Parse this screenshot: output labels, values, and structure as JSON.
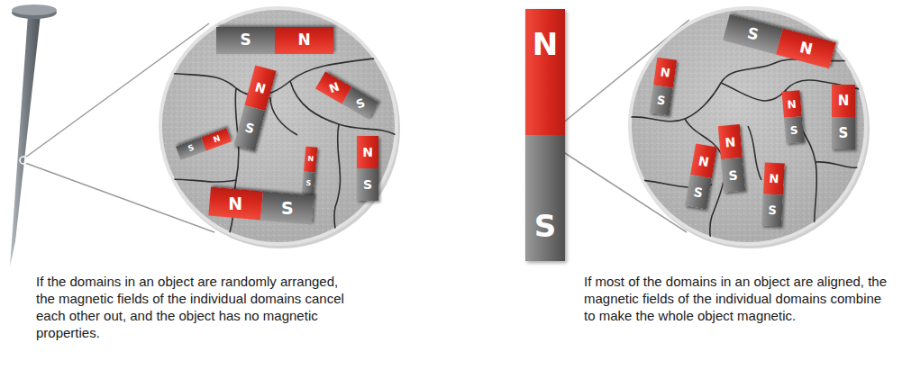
{
  "diagram": {
    "nodes": [
      {
        "text": [
          "S",
          "N"
        ]
      },
      {
        "text": [
          "N",
          "S"
        ]
      },
      {
        "text": [
          "N",
          "S"
        ]
      },
      {
        "text": [
          "S",
          "N"
        ]
      },
      {
        "text": [
          "N",
          "S"
        ]
      },
      {
        "text": [
          "N",
          "S"
        ]
      },
      {
        "text": [
          "N",
          "S"
        ]
      },
      {
        "text": [
          "N",
          "S"
        ]
      },
      {
        "text": [
          "S",
          "N"
        ]
      },
      {
        "text": [
          "N",
          "S"
        ]
      },
      {
        "text": [
          "N",
          "S"
        ]
      },
      {
        "text": [
          "N",
          "S"
        ]
      },
      {
        "text": [
          "N",
          "S"
        ]
      },
      {
        "text": [
          "N",
          "S"
        ]
      },
      {
        "text": [
          "N",
          "S"
        ]
      }
    ],
    "labels": [
      "If the domains in an object are randomly arranged, the magnetic fields of the individual domains cancel each other out, and the object has no magnetic properties.",
      "If most of the domains in an object are aligned, the magnetic fields of the individual domains combine to make the whole object magnetic."
    ]
  }
}
